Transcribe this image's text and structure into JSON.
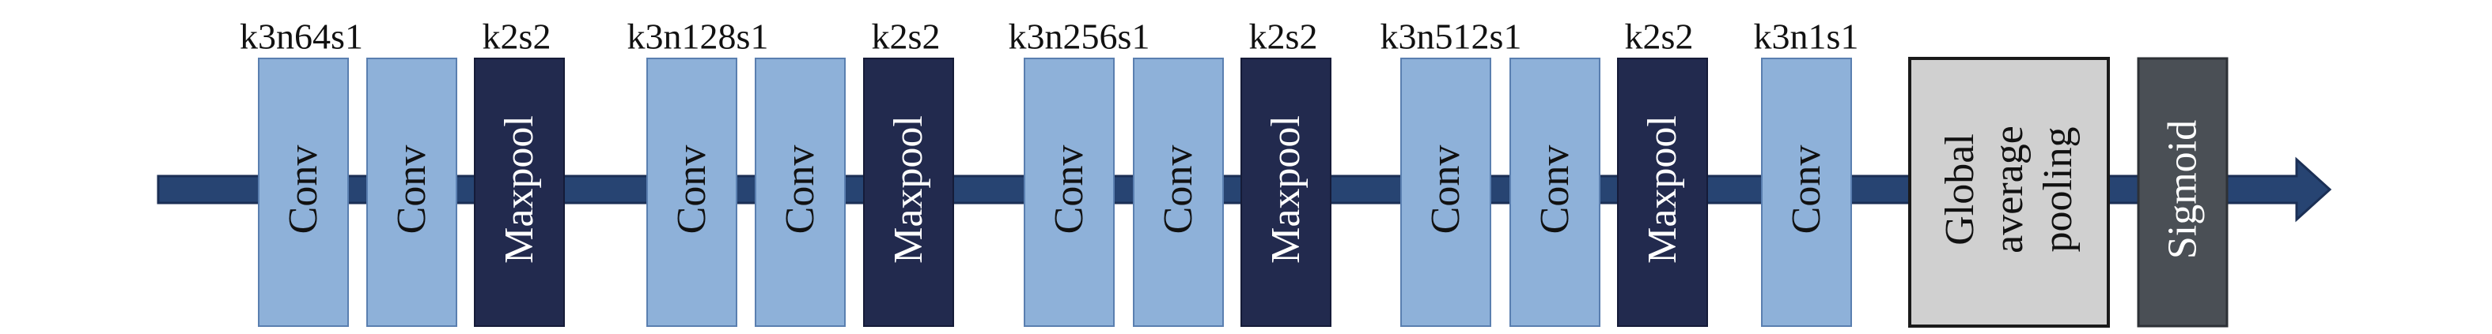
{
  "colors": {
    "arrow_fill": "#274472",
    "arrow_stroke": "#1b2f55",
    "conv_fill": "#8eb1d9",
    "conv_stroke": "#5a7fb0",
    "pool_fill": "#222a4e",
    "pool_stroke": "#151b38",
    "gap_fill": "#d0d0d0",
    "gap_stroke": "#1a1a1a",
    "sigmoid_fill": "#4a4f55",
    "sigmoid_stroke": "#2d3136",
    "text_light": "#111111",
    "text_dark": "#ffffff",
    "label": "#111111"
  },
  "top_labels": [
    {
      "id": "label-block1-conv",
      "text": "k3n64s1"
    },
    {
      "id": "label-block1-pool",
      "text": "k2s2"
    },
    {
      "id": "label-block2-conv",
      "text": "k3n128s1"
    },
    {
      "id": "label-block2-pool",
      "text": "k2s2"
    },
    {
      "id": "label-block3-conv",
      "text": "k3n256s1"
    },
    {
      "id": "label-block3-pool",
      "text": "k2s2"
    },
    {
      "id": "label-block4-conv",
      "text": "k3n512s1"
    },
    {
      "id": "label-block4-pool",
      "text": "k2s2"
    },
    {
      "id": "label-final-conv",
      "text": "k3n1s1"
    }
  ],
  "layers": [
    {
      "id": "conv-1a",
      "type": "conv",
      "lines": [
        "Conv"
      ]
    },
    {
      "id": "conv-1b",
      "type": "conv",
      "lines": [
        "Conv"
      ]
    },
    {
      "id": "maxpool-1",
      "type": "pool",
      "lines": [
        "Maxpool"
      ]
    },
    {
      "id": "conv-2a",
      "type": "conv",
      "lines": [
        "Conv"
      ]
    },
    {
      "id": "conv-2b",
      "type": "conv",
      "lines": [
        "Conv"
      ]
    },
    {
      "id": "maxpool-2",
      "type": "pool",
      "lines": [
        "Maxpool"
      ]
    },
    {
      "id": "conv-3a",
      "type": "conv",
      "lines": [
        "Conv"
      ]
    },
    {
      "id": "conv-3b",
      "type": "conv",
      "lines": [
        "Conv"
      ]
    },
    {
      "id": "maxpool-3",
      "type": "pool",
      "lines": [
        "Maxpool"
      ]
    },
    {
      "id": "conv-4a",
      "type": "conv",
      "lines": [
        "Conv"
      ]
    },
    {
      "id": "conv-4b",
      "type": "conv",
      "lines": [
        "Conv"
      ]
    },
    {
      "id": "maxpool-4",
      "type": "pool",
      "lines": [
        "Maxpool"
      ]
    },
    {
      "id": "conv-final",
      "type": "conv",
      "lines": [
        "Conv"
      ]
    },
    {
      "id": "global-average-pooling",
      "type": "gap",
      "lines": [
        "Global",
        "average",
        "pooling"
      ]
    },
    {
      "id": "sigmoid",
      "type": "sigmoid",
      "lines": [
        "Sigmoid"
      ]
    }
  ]
}
